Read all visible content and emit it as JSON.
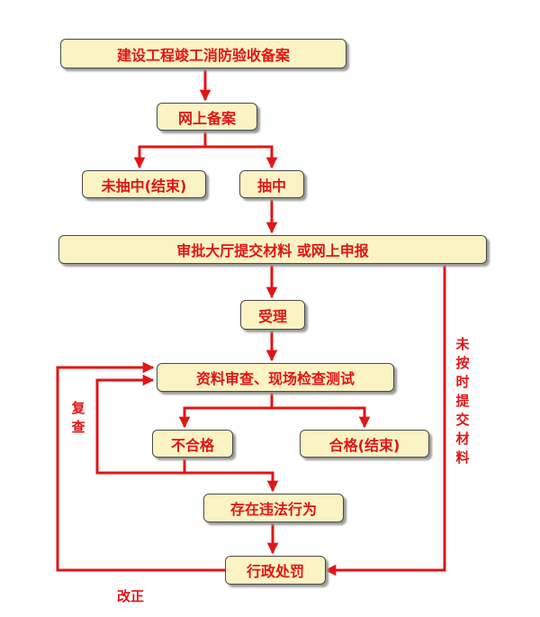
{
  "diagram": {
    "nodes": {
      "n1": "建设工程竣工消防验收备案",
      "n2": "网上备案",
      "n3": "未抽中(结束)",
      "n4": "抽中",
      "n5": "审批大厅提交材料  或网上申报",
      "n6": "受理",
      "n7": "资料审查、现场检查测试",
      "n8": "不合格",
      "n9": "合格(结束)",
      "n10": "存在违法行为",
      "n11": "行政处罚"
    },
    "labels": {
      "recheck": "复查",
      "not_submitted": "未按时提交材料",
      "rectify": "改正"
    },
    "colors": {
      "arrow": "#e01616",
      "node_fill": "#fbf3c3",
      "text": "#e01616"
    }
  }
}
